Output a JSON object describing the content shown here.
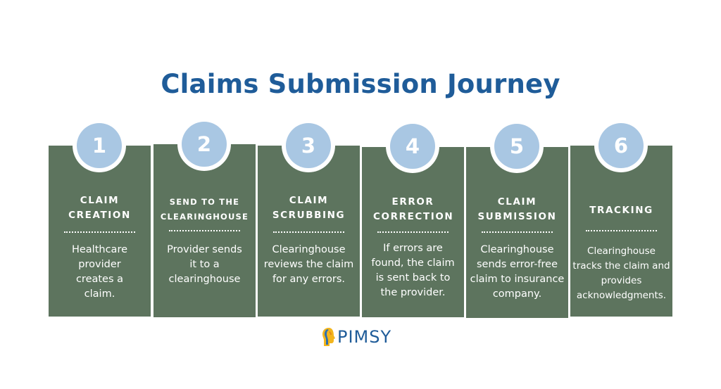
{
  "title": "Claims Submission Journey",
  "steps": [
    {
      "number": "1",
      "heading": "CLAIM CREATION",
      "description": "Healthcare provider creates a claim."
    },
    {
      "number": "2",
      "heading": "SEND TO THE CLEARINGHOUSE",
      "description": "Provider sends it to a clearinghouse"
    },
    {
      "number": "3",
      "heading": "CLAIM SCRUBBING",
      "description": "Clearinghouse reviews the claim for any errors."
    },
    {
      "number": "4",
      "heading": "ERROR CORRECTION",
      "description": "If errors are found, the claim is sent back to the provider."
    },
    {
      "number": "5",
      "heading": "CLAIM SUBMISSION",
      "description": "Clearinghouse sends error-free claim to insurance company."
    },
    {
      "number": "6",
      "heading": "TRACKING",
      "description": "Clearinghouse tracks the claim and provides acknowledgments."
    }
  ],
  "logo": {
    "text": "PIMSY",
    "mark": "pimsy-head-logo"
  },
  "colors": {
    "card": "#5d745e",
    "circle": "#a9c7e3",
    "title": "#1f5c99"
  }
}
